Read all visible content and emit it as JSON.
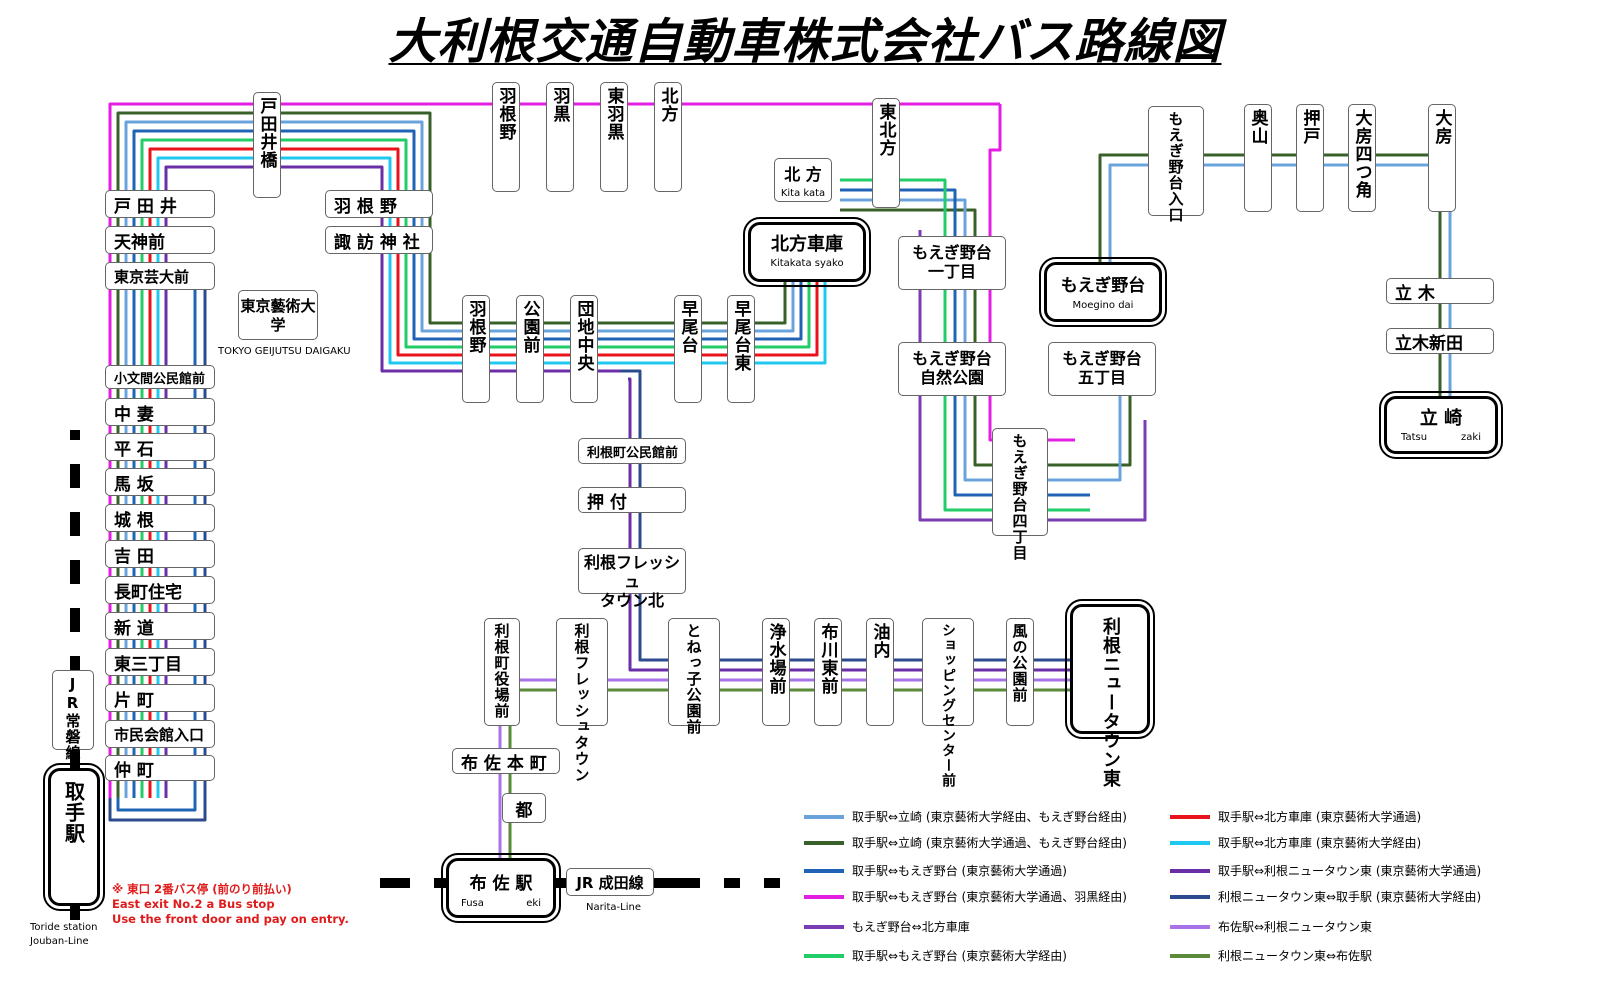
{
  "title": "大利根交通自動車株式会社バス路線図",
  "colors": {
    "route1": "#6aa3db",
    "route2": "#38612a",
    "route3": "#1f63b4",
    "route4": "#e31ee3",
    "route5": "#6a2fa6",
    "route6": "#22cc66",
    "route7": "#e8121a",
    "route8": "#1fc8f0",
    "route9": "#7a3bb3",
    "route10": "#2c4a8e",
    "route11": "#a872e8",
    "route12": "#5a8a3a"
  },
  "stops": {
    "toda_ibashi": "戸田井橋",
    "tenjinmae": "天神前",
    "todai": "東京芸大前",
    "todai_univ": "東京藝術大学",
    "todai_univ_en": "TOKYO GEIJUTSU DAIGAKU",
    "omonma": "小文間公民館前",
    "nakatsuma": "中 妻",
    "hiraishi": "平 石",
    "mazaka": "馬 坂",
    "shirone": "城 根",
    "yoshida": "吉 田",
    "nagamachi": "長町住宅",
    "shindo": "新 道",
    "higashi3": "東三丁目",
    "katamachi": "片 町",
    "shimin": "市民会館入口",
    "nakacho": "仲 町",
    "toride": "取手駅",
    "toride_en1": "Toride station",
    "toride_en2": "Jouban-Line",
    "jr_joban": "JR常磐線",
    "todai_ie": "戸 田 井",
    "haneno": "羽 根 野",
    "suwa": "諏 訪 神 社",
    "haneno_v": "羽根野",
    "koenmae": "公園前",
    "danchi": "団地中央",
    "hayao": "早尾台",
    "hayao_e": "早尾台東",
    "top_haneno": "羽根野",
    "hagurо": "羽黒",
    "higashi_haguro": "東羽黒",
    "kitakata_v": "北方",
    "kitakata": "北 方",
    "kitakata_en": "Kita kata",
    "kitakata_depot": "北方車庫",
    "kitakata_depot_en": "Kitakata syako",
    "higashi_kitakata": "東北方",
    "moegino_1": "もえぎ野台",
    "moegino_1b": "一丁目",
    "moegino_park": "もえぎ野台",
    "moegino_park_b": "自然公園",
    "moegino_5": "もえぎ野台",
    "moegino_5b": "五丁目",
    "moegino_4": "もえぎ野台四丁目",
    "moegino_term": "もえぎ野台",
    "moegino_term_en": "Moegino dai",
    "moegino_iriguchi": "もえぎ野台入口",
    "oku": "奥山",
    "oshido": "押戸",
    "obo4": "大房四つ角",
    "obo": "大房",
    "tatsugi": "立 木",
    "tatsugi_shinden": "立木新田",
    "tatsuzaki": "立 崎",
    "tatsuzaki_en1": "Tatsu",
    "tatsuzaki_en2": "zaki",
    "tone_kominkan": "利根町公民館前",
    "oshitsuke": "押 付",
    "fresh_kita1": "利根フレッシュ",
    "fresh_kita2": "タウン北",
    "tone_yakuba": "利根町役場前",
    "fresh": "利根フレッシュタウン",
    "toneko": "とねっ子公園前",
    "josuijo": "浄水場前",
    "fukawa": "布川東前",
    "aburauchi": "油内",
    "shopping": "ショッピングセンター前",
    "kaze": "風の公園前",
    "newtown": "利根ニュータウン東",
    "fusa_honcho": "布 佐 本 町",
    "miyako": "都",
    "fusa": "布 佐 駅",
    "fusa_en1": "Fusa",
    "fusa_en2": "eki",
    "jr_narita": "JR 成田線",
    "narita_en": "Narita-Line"
  },
  "note": {
    "line1": "※ 東口 2番バス停 (前のり前払い)",
    "line2": "East exit No.2 a Bus stop",
    "line3": "Use the front door and pay on entry."
  },
  "legend": [
    {
      "color": "#6aa3db",
      "label": "取手駅⇔立崎 (東京藝術大学経由、もえぎ野台経由)"
    },
    {
      "color": "#e8121a",
      "label": "取手駅⇔北方車庫 (東京藝術大学通過)"
    },
    {
      "color": "#38612a",
      "label": "取手駅⇔立崎 (東京藝術大学通過、もえぎ野台経由)"
    },
    {
      "color": "#1fc8f0",
      "label": "取手駅⇔北方車庫 (東京藝術大学経由)"
    },
    {
      "color": "#1f63b4",
      "label": "取手駅⇔もえぎ野台 (東京藝術大学通過)"
    },
    {
      "color": "#6a2fa6",
      "label": "取手駅⇔利根ニュータウン東 (東京藝術大学通過)"
    },
    {
      "color": "#e31ee3",
      "label": "取手駅⇔もえぎ野台 (東京藝術大学通過、羽黒経由)"
    },
    {
      "color": "#2c4a8e",
      "label": "利根ニュータウン東⇔取手駅 (東京藝術大学経由)"
    },
    {
      "color": "#7a3bb3",
      "label": "もえぎ野台⇔北方車庫"
    },
    {
      "color": "#a872e8",
      "label": "布佐駅⇔利根ニュータウン東"
    },
    {
      "color": "#22cc66",
      "label": "取手駅⇔もえぎ野台 (東京藝術大学経由)"
    },
    {
      "color": "#5a8a3a",
      "label": "利根ニュータウン東⇔布佐駅"
    }
  ]
}
